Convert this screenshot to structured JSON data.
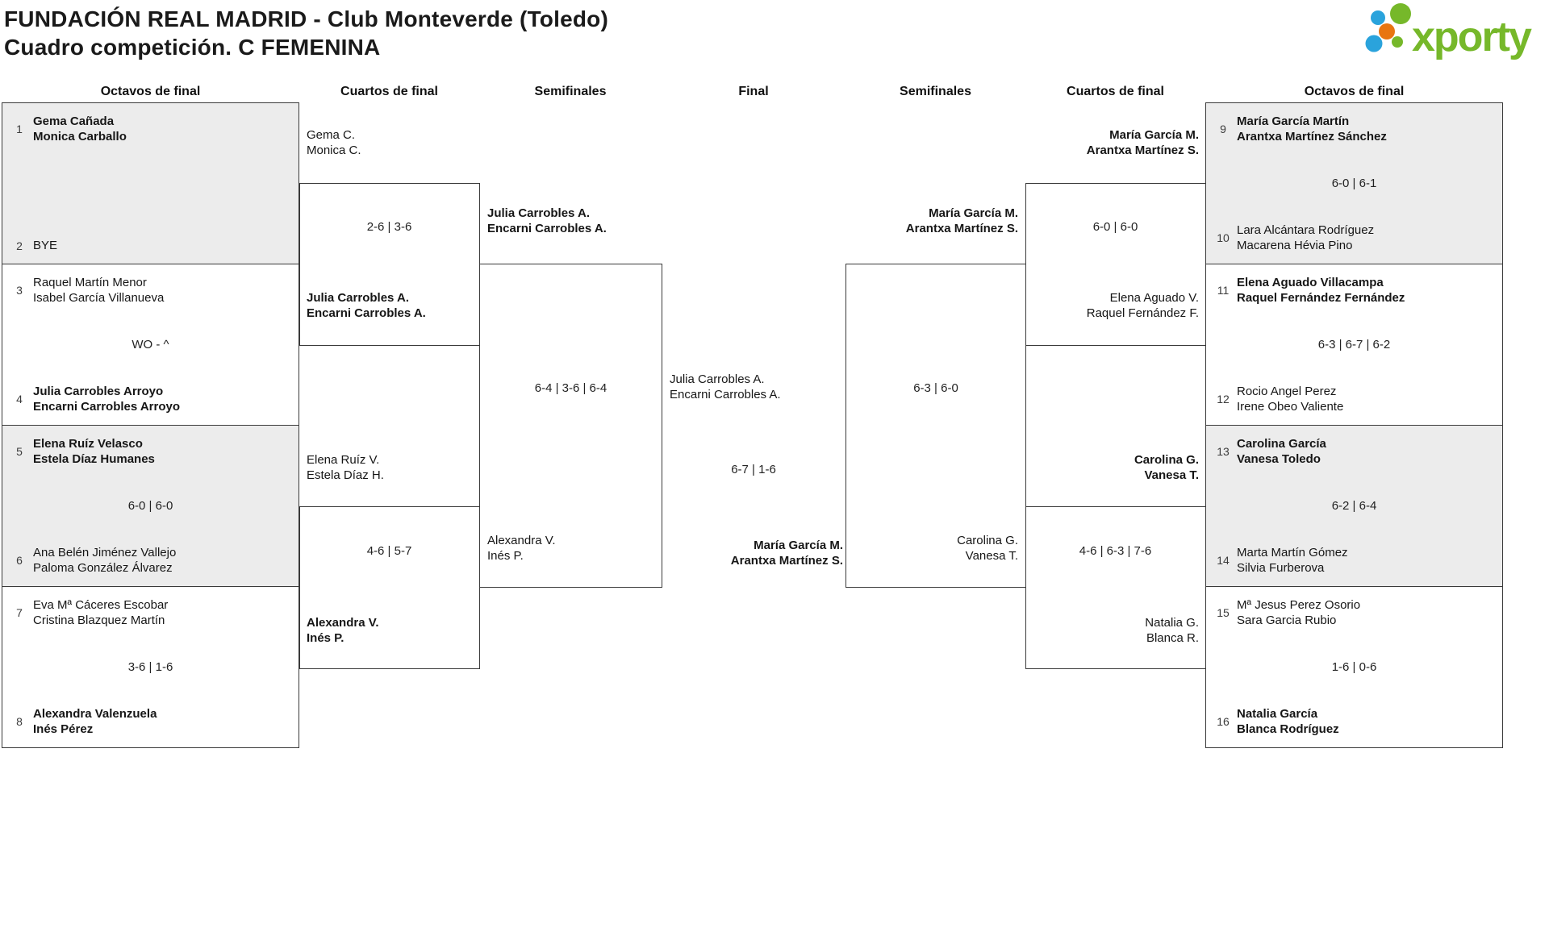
{
  "title": {
    "line1": "FUNDACIÓN REAL MADRID - Club Monteverde (Toledo)",
    "line2": "Cuadro competición. C FEMENINA"
  },
  "logo": {
    "text": "xporty",
    "green": "#76b82a",
    "blue": "#2aa3dc",
    "orange": "#e87511"
  },
  "colors": {
    "box_border": "#3a3a3a",
    "box_gray_fill": "#ececec",
    "text": "#161616"
  },
  "rounds": {
    "r16_left": "Octavos de final",
    "qf_left": "Cuartos de final",
    "sf_left": "Semifinales",
    "final": "Final",
    "sf_right": "Semifinales",
    "qf_right": "Cuartos de final",
    "r16_right": "Octavos de final"
  },
  "matches": {
    "r16_left": [
      {
        "seed1": "1",
        "p1a": "Gema Cañada",
        "p1b": "Monica Carballo",
        "score": "",
        "seed2": "2",
        "p2a": "BYE",
        "p2b": ""
      },
      {
        "seed1": "3",
        "p1a": "Raquel Martín Menor",
        "p1b": "Isabel García Villanueva",
        "score": "WO - ^",
        "seed2": "4",
        "p2a": "Julia Carrobles Arroyo",
        "p2b": "Encarni Carrobles Arroyo"
      },
      {
        "seed1": "5",
        "p1a": "Elena Ruíz Velasco",
        "p1b": "Estela Díaz Humanes",
        "score": "6-0 | 6-0",
        "seed2": "6",
        "p2a": "Ana Belén Jiménez Vallejo",
        "p2b": "Paloma González Álvarez"
      },
      {
        "seed1": "7",
        "p1a": "Eva Mª Cáceres Escobar",
        "p1b": "Cristina Blazquez Martín",
        "score": "3-6 | 1-6",
        "seed2": "8",
        "p2a": "Alexandra Valenzuela",
        "p2b": "Inés Pérez"
      }
    ],
    "r16_right": [
      {
        "seed1": "9",
        "p1a": "María García Martín",
        "p1b": "Arantxa Martínez Sánchez",
        "score": "6-0 | 6-1",
        "seed2": "10",
        "p2a": "Lara Alcántara Rodríguez",
        "p2b": "Macarena Hévia Pino"
      },
      {
        "seed1": "11",
        "p1a": "Elena Aguado Villacampa",
        "p1b": "Raquel Fernández Fernández",
        "score": "6-3 | 6-7 | 6-2",
        "seed2": "12",
        "p2a": "Rocio Angel Perez",
        "p2b": "Irene Obeo Valiente"
      },
      {
        "seed1": "13",
        "p1a": "Carolina García",
        "p1b": "Vanesa Toledo",
        "score": "6-2 | 6-4",
        "seed2": "14",
        "p2a": "Marta Martín Gómez",
        "p2b": "Silvia Furberova"
      },
      {
        "seed1": "15",
        "p1a": "Mª Jesus Perez Osorio",
        "p1b": "Sara Garcia Rubio",
        "score": "1-6 | 0-6",
        "seed2": "16",
        "p2a": "Natalia García",
        "p2b": "Blanca Rodríguez"
      }
    ],
    "qf_left": [
      {
        "t1a": "Gema C.",
        "t1b": "Monica C.",
        "score": "2-6 | 3-6",
        "t2a": "Julia Carrobles A.",
        "t2b": "Encarni Carrobles A."
      },
      {
        "t1a": "Elena Ruíz V.",
        "t1b": "Estela Díaz H.",
        "score": "4-6 | 5-7",
        "t2a": "Alexandra V.",
        "t2b": "Inés P."
      }
    ],
    "qf_right": [
      {
        "t1a": "María García M.",
        "t1b": "Arantxa Martínez S.",
        "score": "6-0 | 6-0",
        "t2a": "Elena Aguado V.",
        "t2b": "Raquel Fernández F."
      },
      {
        "t1a": "Carolina G.",
        "t1b": "Vanesa T.",
        "score": "4-6 | 6-3 | 7-6",
        "t2a": "Natalia G.",
        "t2b": "Blanca R."
      }
    ],
    "sf_left": {
      "t1a": "Julia Carrobles A.",
      "t1b": "Encarni Carrobles A.",
      "score": "6-4 | 3-6 | 6-4",
      "t2a": "Alexandra V.",
      "t2b": "Inés P."
    },
    "sf_right": {
      "t1a": "María García M.",
      "t1b": "Arantxa Martínez S.",
      "score": "6-3 | 6-0",
      "t2a": "Carolina G.",
      "t2b": "Vanesa T."
    },
    "final": {
      "t1a": "Julia Carrobles A.",
      "t1b": "Encarni Carrobles A.",
      "score": "6-7 | 1-6",
      "t2a": "María García M.",
      "t2b": "Arantxa Martínez S."
    }
  }
}
